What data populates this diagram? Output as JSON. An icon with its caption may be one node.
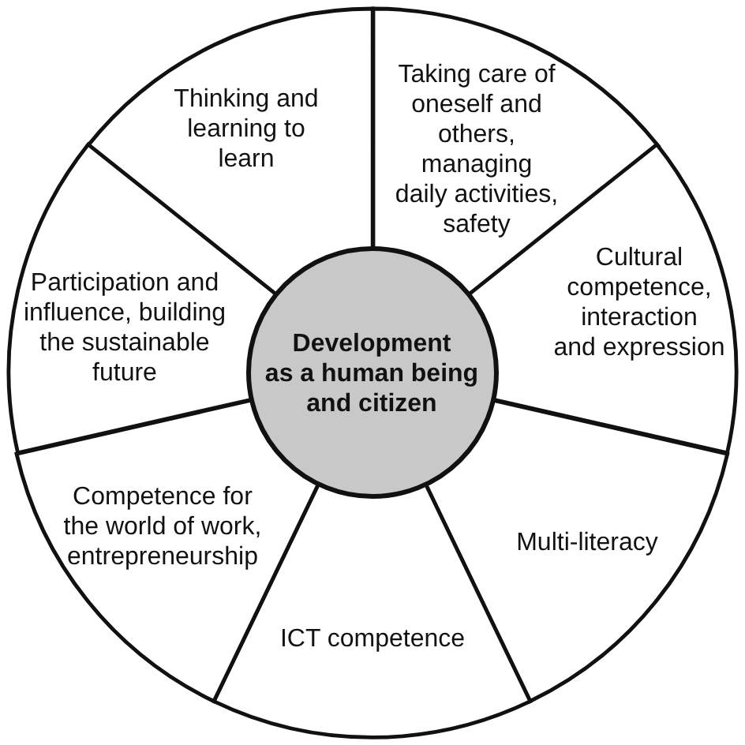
{
  "diagram": {
    "nodes": [
      {
        "text": [
          "Development as a human being and citizen"
        ]
      },
      {
        "text": [
          "Thinking and learning to learn"
        ]
      },
      {
        "text": [
          "Taking care of oneself and others, managing daily activities, safety"
        ]
      },
      {
        "text": [
          "Cultural competence, interaction and expression"
        ]
      },
      {
        "text": [
          "Multi-literacy"
        ]
      },
      {
        "text": [
          "ICT competence"
        ]
      },
      {
        "text": [
          "Competence for the world of work, entrepreneurship"
        ]
      },
      {
        "text": [
          "Participation and influence, building the sustainable future"
        ]
      }
    ]
  }
}
